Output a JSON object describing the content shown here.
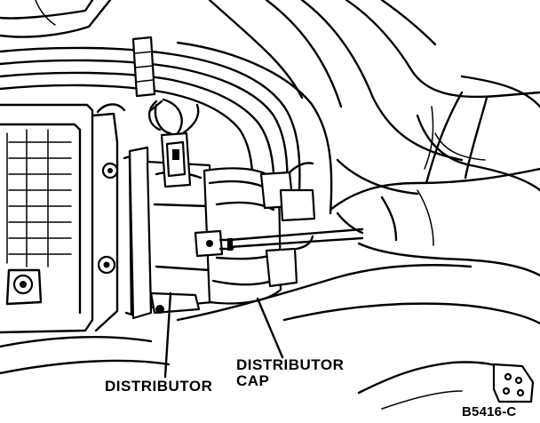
{
  "figure": {
    "id": "B5416-C",
    "labels": {
      "distributor": "DISTRIBUTOR",
      "distributor_cap_line1": "DISTRIBUTOR",
      "distributor_cap_line2": "CAP"
    }
  },
  "colors": {
    "ink": "#000000",
    "paper": "#ffffff"
  }
}
